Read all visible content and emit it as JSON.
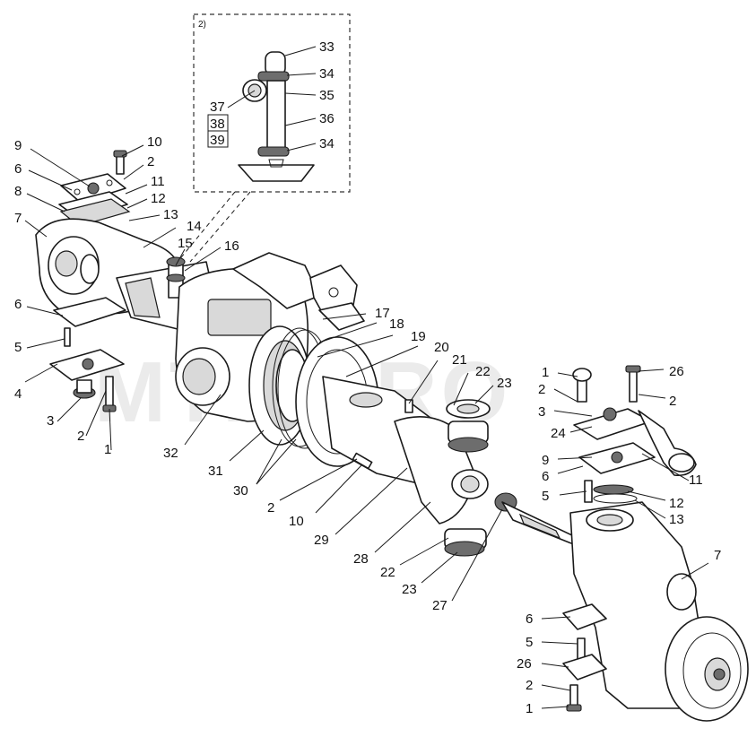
{
  "watermark": "MTZ-PRO",
  "inset": {
    "label": "2)"
  },
  "callouts": [
    {
      "id": "c33",
      "text": "33"
    },
    {
      "id": "c34a",
      "text": "34"
    },
    {
      "id": "c35",
      "text": "35"
    },
    {
      "id": "c37",
      "text": "37"
    },
    {
      "id": "c38",
      "text": "38"
    },
    {
      "id": "c39",
      "text": "39"
    },
    {
      "id": "c36",
      "text": "36"
    },
    {
      "id": "c34b",
      "text": "34"
    },
    {
      "id": "c9l",
      "text": "9"
    },
    {
      "id": "c10l",
      "text": "10"
    },
    {
      "id": "c6l",
      "text": "6"
    },
    {
      "id": "c2l",
      "text": "2"
    },
    {
      "id": "c8l",
      "text": "8"
    },
    {
      "id": "c11l",
      "text": "11"
    },
    {
      "id": "c12l",
      "text": "12"
    },
    {
      "id": "c7l",
      "text": "7"
    },
    {
      "id": "c13l",
      "text": "13"
    },
    {
      "id": "c14",
      "text": "14"
    },
    {
      "id": "c15",
      "text": "15"
    },
    {
      "id": "c16",
      "text": "16"
    },
    {
      "id": "c6l2",
      "text": "6"
    },
    {
      "id": "c5l",
      "text": "5"
    },
    {
      "id": "c4l",
      "text": "4"
    },
    {
      "id": "c3l",
      "text": "3"
    },
    {
      "id": "c2l2",
      "text": "2"
    },
    {
      "id": "c1l",
      "text": "1"
    },
    {
      "id": "c17",
      "text": "17"
    },
    {
      "id": "c18",
      "text": "18"
    },
    {
      "id": "c19",
      "text": "19"
    },
    {
      "id": "c20",
      "text": "20"
    },
    {
      "id": "c21",
      "text": "21"
    },
    {
      "id": "c22a",
      "text": "22"
    },
    {
      "id": "c23a",
      "text": "23"
    },
    {
      "id": "c32",
      "text": "32"
    },
    {
      "id": "c31",
      "text": "31"
    },
    {
      "id": "c30",
      "text": "30"
    },
    {
      "id": "c2m",
      "text": "2"
    },
    {
      "id": "c10m",
      "text": "10"
    },
    {
      "id": "c29",
      "text": "29"
    },
    {
      "id": "c28",
      "text": "28"
    },
    {
      "id": "c22b",
      "text": "22"
    },
    {
      "id": "c23b",
      "text": "23"
    },
    {
      "id": "c27",
      "text": "27"
    },
    {
      "id": "c1r",
      "text": "1"
    },
    {
      "id": "c26a",
      "text": "26"
    },
    {
      "id": "c2r",
      "text": "2"
    },
    {
      "id": "c2r2",
      "text": "2"
    },
    {
      "id": "c3r",
      "text": "3"
    },
    {
      "id": "c24",
      "text": "24"
    },
    {
      "id": "c9r",
      "text": "9"
    },
    {
      "id": "c11r",
      "text": "11"
    },
    {
      "id": "c6r",
      "text": "6"
    },
    {
      "id": "c12r",
      "text": "12"
    },
    {
      "id": "c5r",
      "text": "5"
    },
    {
      "id": "c13r",
      "text": "13"
    },
    {
      "id": "c7r",
      "text": "7"
    },
    {
      "id": "c6r2",
      "text": "6"
    },
    {
      "id": "c5r2",
      "text": "5"
    },
    {
      "id": "c26b",
      "text": "26"
    },
    {
      "id": "c2r3",
      "text": "2"
    },
    {
      "id": "c1r2",
      "text": "1"
    }
  ]
}
